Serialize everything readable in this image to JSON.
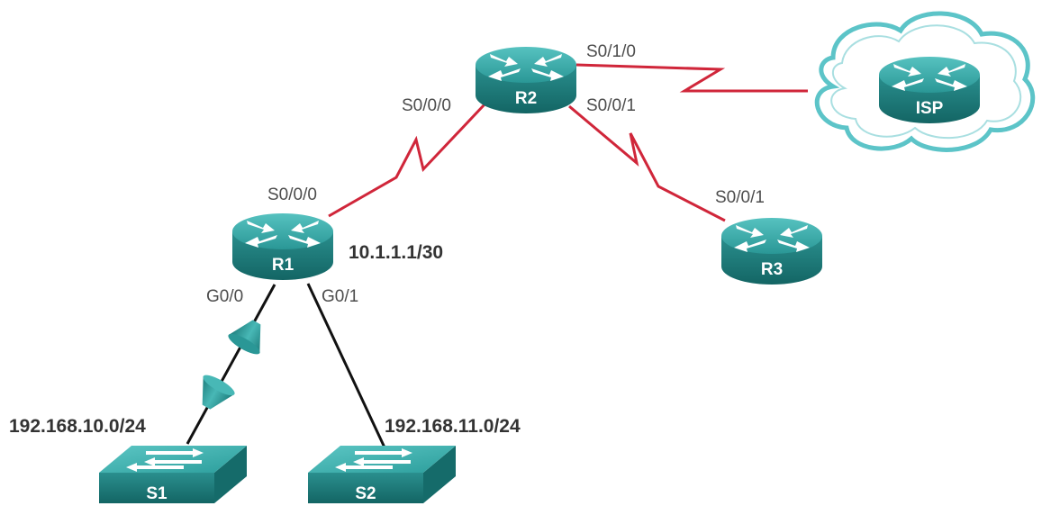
{
  "devices": {
    "r1": {
      "label": "R1"
    },
    "r2": {
      "label": "R2"
    },
    "r3": {
      "label": "R3"
    },
    "isp": {
      "label": "ISP"
    },
    "s1": {
      "label": "S1"
    },
    "s2": {
      "label": "S2"
    }
  },
  "interfaces": {
    "r2_s010": "S0/1/0",
    "r2_s000": "S0/0/0",
    "r2_s001": "S0/0/1",
    "r1_s000": "S0/0/0",
    "r3_s001": "S0/0/1",
    "r1_g00": "G0/0",
    "r1_g01": "G0/1"
  },
  "addresses": {
    "r1_serial": "10.1.1.1/30",
    "lan_s1": "192.168.10.0/24",
    "lan_s2": "192.168.11.0/24"
  },
  "colors": {
    "serial_link": "#d0263a",
    "ethernet_link": "#111111",
    "device_teal": "#2a9a98",
    "cloud_outline": "#5cc4c8"
  }
}
